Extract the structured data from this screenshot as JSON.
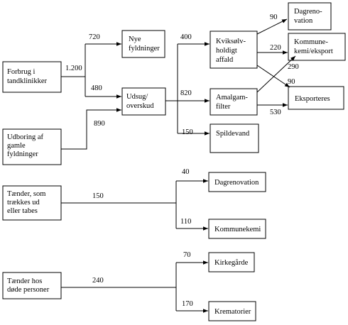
{
  "boxes": {
    "forbrug": [
      "Forbrug i",
      "tandklinikker"
    ],
    "udboring": [
      "Udboring af",
      "gamle",
      "fyldninger"
    ],
    "nye": [
      "Nye",
      "fyldninger"
    ],
    "udsug": [
      "Udsug/",
      "overskud"
    ],
    "kviksolv": [
      "Kviksølv-",
      "holdigt",
      "affald"
    ],
    "amalgam": [
      "Amalgam-",
      "filter"
    ],
    "spildevand": [
      "Spildevand"
    ],
    "dagreno_top": [
      "Dagreno-",
      "vation"
    ],
    "kommunekemi_top": [
      "Kommune-",
      "kemi/eksport"
    ],
    "eksporteres": [
      "Eksporteres"
    ],
    "taender": [
      "Tænder, som",
      "trækkes ud",
      "eller tabes"
    ],
    "dagrenovation": [
      "Dagrenovation"
    ],
    "kommunekemi": [
      "Kommunekemi"
    ],
    "taender_dode": [
      "Tænder hos",
      "døde personer"
    ],
    "kirkegaarde": [
      "Kirkegårde"
    ],
    "krematorier": [
      "Krematorier"
    ]
  },
  "flows": {
    "forbrug_total": "1.200",
    "to_nye": "720",
    "to_udsug": "480",
    "udboring_to_udsug": "890",
    "to_kviksolv": "400",
    "to_amalgam": "820",
    "to_spildevand": "150",
    "kv_to_dagreno": "90",
    "kv_to_kommune": "220",
    "am_to_kommune": "290",
    "kv_to_eksport": "90",
    "am_to_eksport": "530",
    "taender_total": "150",
    "taender_to_dagreno": "40",
    "taender_to_kommune": "110",
    "dode_total": "240",
    "dode_to_kirke": "70",
    "dode_to_kremat": "170"
  }
}
